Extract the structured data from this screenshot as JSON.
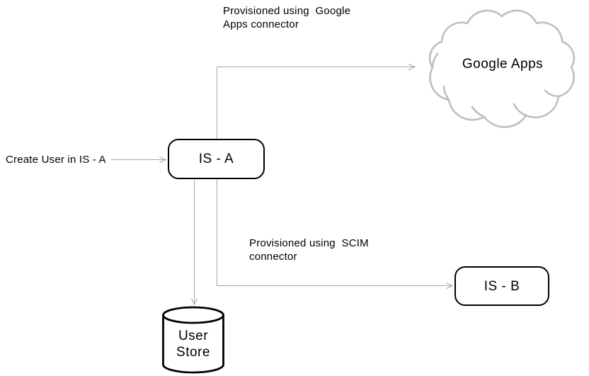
{
  "colors": {
    "background": "#FFFFFF",
    "text": "#000000",
    "shape_border": "#000000",
    "shape_fill": "#FFFFFF",
    "connector": "#A6A6A6",
    "cloud_outline": "#BFBFBF"
  },
  "diagram": {
    "annotations": {
      "google_connector": "Provisioned using  Google\nApps connector",
      "create_user": "Create User in IS - A",
      "scim_connector": "Provisioned using  SCIM\nconnector"
    },
    "nodes": {
      "google_apps": {
        "label": "Google Apps",
        "shape": "cloud"
      },
      "is_a": {
        "label": "IS - A",
        "shape": "rounded-rectangle"
      },
      "is_b": {
        "label": "IS - B",
        "shape": "rounded-rectangle"
      },
      "user_store": {
        "label": "User\nStore",
        "shape": "cylinder"
      }
    },
    "connectors": [
      {
        "id": "create-user-to-is-a",
        "from": "Create User in IS - A",
        "to": "IS - A",
        "style": "straight",
        "arrow": "open"
      },
      {
        "id": "is-a-to-google-apps",
        "from": "IS - A",
        "to": "Google Apps",
        "style": "elbow",
        "arrow": "open"
      },
      {
        "id": "is-a-to-user-store",
        "from": "IS - A",
        "to": "User Store",
        "style": "straight",
        "arrow": "open"
      },
      {
        "id": "is-a-to-is-b",
        "from": "IS - A",
        "to": "IS - B",
        "style": "elbow",
        "arrow": "open"
      }
    ]
  }
}
